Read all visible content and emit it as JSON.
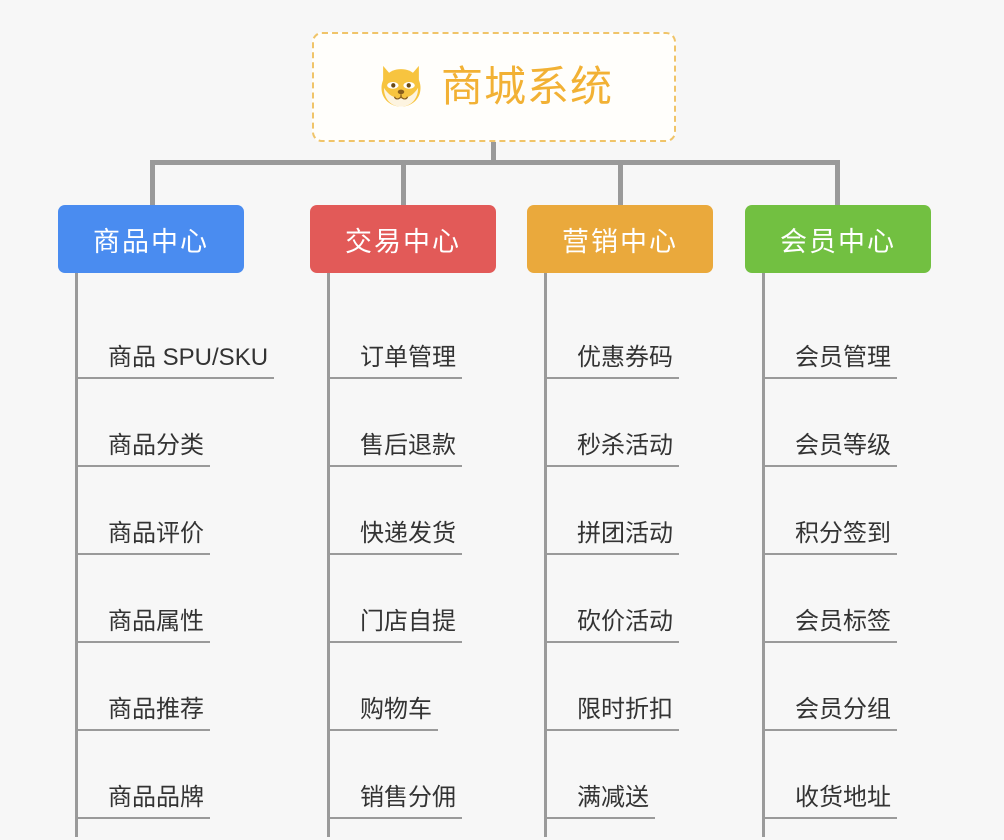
{
  "root": {
    "title": "商城系统",
    "icon": "shiba-dog-face-icon",
    "border_color": "#f0c469",
    "text_color": "#f2b134"
  },
  "connector_color": "#9a9a9a",
  "background_color": "#f7f7f7",
  "branches": [
    {
      "label": "商品中心",
      "color": "#4a8cf0",
      "items": [
        "商品 SPU/SKU",
        "商品分类",
        "商品评价",
        "商品属性",
        "商品推荐",
        "商品品牌"
      ]
    },
    {
      "label": "交易中心",
      "color": "#e25a58",
      "items": [
        "订单管理",
        "售后退款",
        "快递发货",
        "门店自提",
        "购物车",
        "销售分佣"
      ]
    },
    {
      "label": "营销中心",
      "color": "#eaa93c",
      "items": [
        "优惠券码",
        "秒杀活动",
        "拼团活动",
        "砍价活动",
        "限时折扣",
        "满减送"
      ]
    },
    {
      "label": "会员中心",
      "color": "#72c041",
      "items": [
        "会员管理",
        "会员等级",
        "积分签到",
        "会员标签",
        "会员分组",
        "收货地址"
      ]
    }
  ]
}
